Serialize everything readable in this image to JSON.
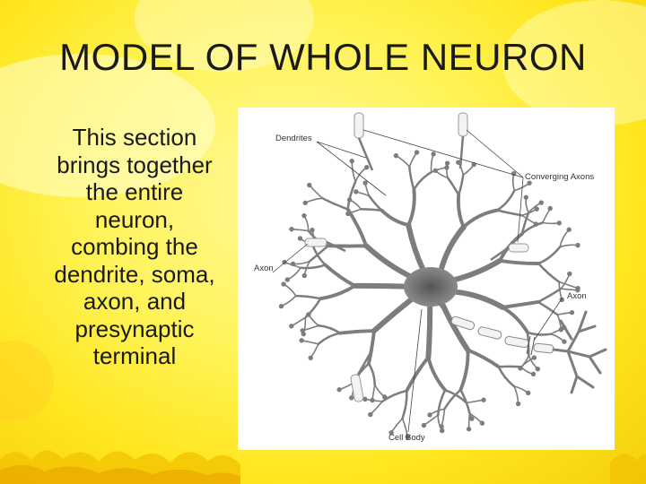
{
  "slide": {
    "title": "MODEL OF WHOLE NEURON",
    "body_lines": [
      "This section",
      "brings together",
      "the entire",
      "neuron,",
      "combing the",
      "dendrite, soma,",
      "axon, and",
      "presynaptic",
      "terminal"
    ]
  },
  "diagram": {
    "labels": {
      "dendrites": "Dendrites",
      "converging_axons": "Converging Axons",
      "axon_left": "Axon",
      "axon_right": "Axon",
      "cell_body": "Cell Body"
    }
  },
  "colors": {
    "background": "#fff45c",
    "text": "#1a1a1a",
    "neuron": "#8a8a8a"
  }
}
